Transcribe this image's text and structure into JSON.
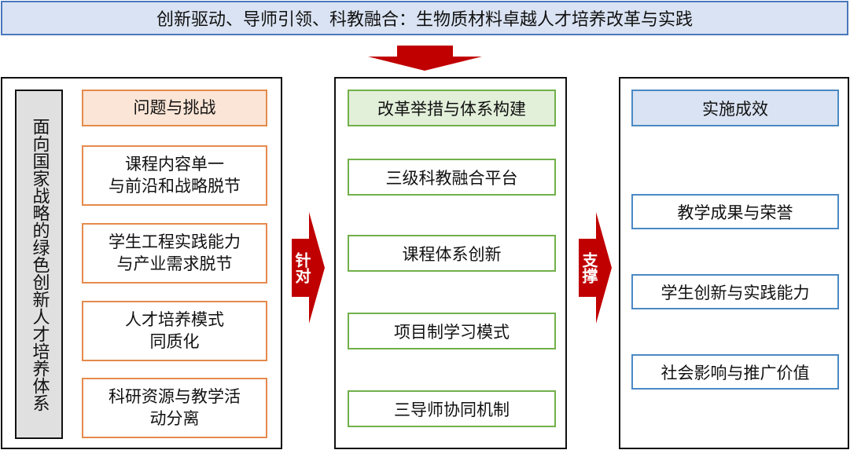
{
  "title": "创新驱动、导师引领、科教融合：生物质材料卓越人才培养改革与实践",
  "left_vertical_label": "面向国家战略的绿色创新人才培养体系",
  "problems": {
    "header": "问题与挑战",
    "items": [
      {
        "line1": "课程内容单一",
        "line2": "与前沿和战略脱节"
      },
      {
        "line1": "学生工程实践能力",
        "line2": "与产业需求脱节"
      },
      {
        "line1": "人才培养模式",
        "line2": "同质化"
      },
      {
        "line1": "科研资源与教学活",
        "line2": "动分离"
      }
    ]
  },
  "arrow1_label": "针对",
  "reforms": {
    "header": "改革举措与体系构建",
    "items": [
      "三级科教融合平台",
      "课程体系创新",
      "项目制学习模式",
      "三导师协同机制"
    ]
  },
  "arrow2_label": "支撑",
  "outcomes": {
    "header": "实施成效",
    "items": [
      "教学成果与荣誉",
      "学生创新与实践能力",
      "社会影响与推广价值"
    ]
  },
  "colors": {
    "arrow_red": "#c00000",
    "orange": "#e58a4c",
    "green": "#71b04a",
    "blue": "#4a89c4"
  }
}
